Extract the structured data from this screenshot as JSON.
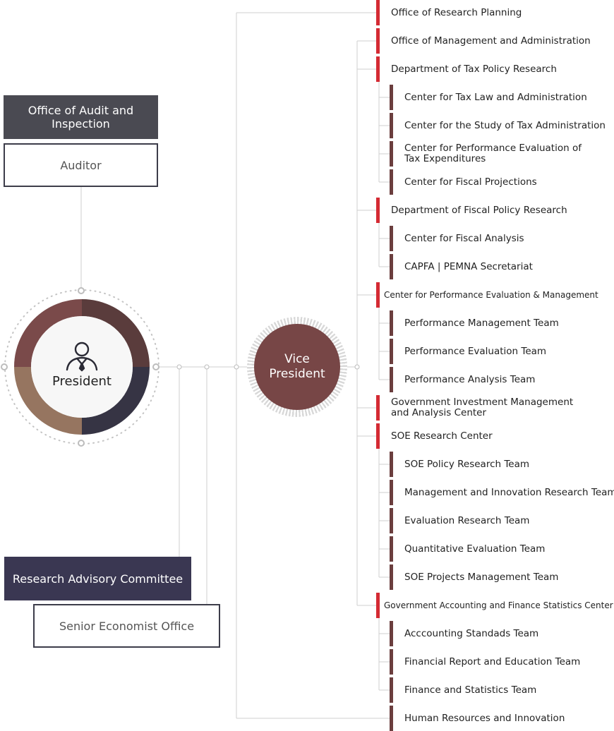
{
  "left": {
    "audit_office": "Office of Audit and Inspection",
    "auditor": "Auditor",
    "president": "President",
    "advisory_committee": "Research Advisory Committee",
    "senior_economist": "Senior Economist Office"
  },
  "vice_president": "Vice President",
  "org": [
    {
      "label": "Office of Research Planning",
      "level": 1
    },
    {
      "label": "Office of Management and Administration",
      "level": 1
    },
    {
      "label": "Department of Tax Policy Research",
      "level": 1
    },
    {
      "label": "Center for Tax Law and Administration",
      "level": 2
    },
    {
      "label": "Center for the Study of Tax Administration",
      "level": 2
    },
    {
      "label": "Center for Performance Evaluation of\nTax Expenditures",
      "level": 2
    },
    {
      "label": "Center for Fiscal Projections",
      "level": 2
    },
    {
      "label": "Department of Fiscal Policy Research",
      "level": 1
    },
    {
      "label": "Center for Fiscal Analysis",
      "level": 2
    },
    {
      "label": "CAPFA | PEMNA Secretariat",
      "level": 2
    },
    {
      "label": "Center for Performance Evaluation & Management",
      "level": 1
    },
    {
      "label": "Performance Management Team",
      "level": 2
    },
    {
      "label": "Performance Evaluation Team",
      "level": 2
    },
    {
      "label": "Performance Analysis Team",
      "level": 2
    },
    {
      "label": "Government Investment Management\nand Analysis Center",
      "level": 1
    },
    {
      "label": "SOE Research Center",
      "level": 1
    },
    {
      "label": "SOE Policy Research Team",
      "level": 2
    },
    {
      "label": "Management and Innovation Research Team",
      "level": 2
    },
    {
      "label": "Evaluation Research Team",
      "level": 2
    },
    {
      "label": "Quantitative Evaluation Team",
      "level": 2
    },
    {
      "label": "SOE Projects Management Team",
      "level": 2
    },
    {
      "label": "Government Accounting and Finance Statistics Center",
      "level": 1
    },
    {
      "label": "Acccounting Standads Team",
      "level": 2
    },
    {
      "label": "Financial Report and Education Team",
      "level": 2
    },
    {
      "label": "Finance and Statistics Team",
      "level": 2
    },
    {
      "label": "Human Resources and Innovation",
      "level": 2
    }
  ],
  "colors": {
    "accent_red": "#d42a33",
    "accent_brown": "#6b3e3e",
    "vp_fill": "#774646",
    "audit_fill": "#4a4a52",
    "committee_fill": "#3a3752",
    "ring_brown": "#7a4a4a",
    "ring_dark": "#363444",
    "ring_tan": "#967560"
  }
}
